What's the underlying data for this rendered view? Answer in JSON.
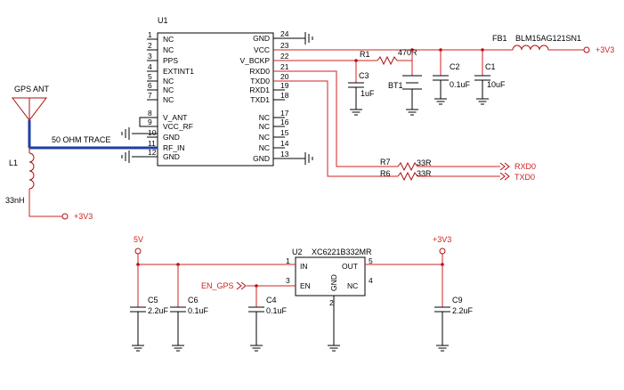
{
  "u1": {
    "ref": "U1",
    "left_pins": [
      {
        "num": "1",
        "name": "NC"
      },
      {
        "num": "2",
        "name": "NC"
      },
      {
        "num": "3",
        "name": "PPS"
      },
      {
        "num": "4",
        "name": "EXTINT1"
      },
      {
        "num": "5",
        "name": "NC"
      },
      {
        "num": "6",
        "name": "NC"
      },
      {
        "num": "7",
        "name": "NC"
      },
      {
        "num": "8",
        "name": "V_ANT"
      },
      {
        "num": "9",
        "name": "VCC_RF"
      },
      {
        "num": "10",
        "name": "GND"
      },
      {
        "num": "11",
        "name": "RF_IN"
      },
      {
        "num": "12",
        "name": "GND"
      }
    ],
    "right_pins": [
      {
        "num": "24",
        "name": "GND"
      },
      {
        "num": "23",
        "name": "VCC"
      },
      {
        "num": "22",
        "name": "V_BCKP"
      },
      {
        "num": "21",
        "name": "RXD0"
      },
      {
        "num": "20",
        "name": "TXD0"
      },
      {
        "num": "19",
        "name": "RXD1"
      },
      {
        "num": "18",
        "name": "TXD1"
      },
      {
        "num": "17",
        "name": "NC"
      },
      {
        "num": "16",
        "name": "NC"
      },
      {
        "num": "15",
        "name": "NC"
      },
      {
        "num": "14",
        "name": "NC"
      },
      {
        "num": "13",
        "name": "GND"
      }
    ]
  },
  "antenna": {
    "label": "GPS ANT"
  },
  "trace_label": "50 OHM TRACE",
  "l1": {
    "ref": "L1",
    "value": "33nH"
  },
  "net_3v3": "+3V3",
  "net_5v": "5V",
  "r1": {
    "ref": "R1",
    "value": "470R"
  },
  "bt1": {
    "ref": "BT1"
  },
  "c3": {
    "ref": "C3",
    "value": "1uF"
  },
  "c2": {
    "ref": "C2",
    "value": "0.1uF"
  },
  "c1": {
    "ref": "C1",
    "value": "10uF"
  },
  "fb1": {
    "ref": "FB1",
    "value": "BLM15AG121SN1"
  },
  "r7": {
    "ref": "R7",
    "value": "33R"
  },
  "r6": {
    "ref": "R6",
    "value": "33R"
  },
  "net_rxd0": "RXD0",
  "net_txd0": "TXD0",
  "u2": {
    "ref": "U2",
    "part": "XC6221B332MR",
    "pins": [
      {
        "num": "1",
        "name": "IN"
      },
      {
        "num": "3",
        "name": "EN"
      },
      {
        "num": "2",
        "name": "GND"
      },
      {
        "num": "5",
        "name": "OUT"
      },
      {
        "num": "4",
        "name": "NC"
      }
    ]
  },
  "en_gps": "EN_GPS",
  "c5": {
    "ref": "C5",
    "value": "2.2uF"
  },
  "c6": {
    "ref": "C6",
    "value": "0.1uF"
  },
  "c4": {
    "ref": "C4",
    "value": "0.1uF"
  },
  "c9": {
    "ref": "C9",
    "value": "2.2uF"
  }
}
